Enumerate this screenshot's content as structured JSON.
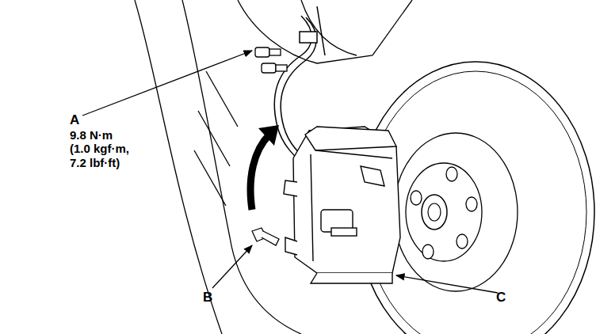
{
  "diagram": {
    "labels": [
      "A",
      "9.8 N·m (1.0 kgf·m, 7.2 lbf·ft)",
      "B",
      "C"
    ]
  }
}
